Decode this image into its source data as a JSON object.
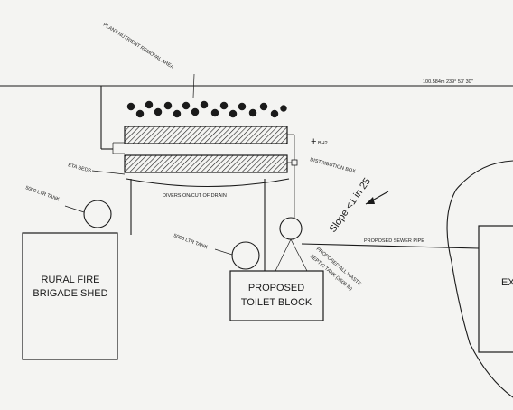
{
  "labels": {
    "survey_bearing": "100.584m  239° 53' 30\"",
    "plant_area": "PLANT NUTRIENT REMOVAL AREA",
    "bh2": "BH2",
    "distribution_box": "DISTRIBUTION BOX",
    "eta_beds": "ETA BEDS",
    "diversion_drain": "DIVERSION/CUT OF DRAIN",
    "slope": "Slope <1 in 25",
    "tank_5000_left": "5000 LTR TANK",
    "tank_5000_mid": "5000 LTR TANK",
    "sewer_pipe": "PROPOSED SEWER PIPE",
    "septic_line1": "PROPOSED ALL WASTE",
    "septic_line2": "SEPTIC TANK (3500 ltr)"
  },
  "buildings": {
    "rural_fire_line1": "RURAL FIRE",
    "rural_fire_line2": "BRIGADE SHED",
    "toilet_line1": "PROPOSED",
    "toilet_line2": "TOILET BLOCK",
    "existing_partial": "EX"
  }
}
